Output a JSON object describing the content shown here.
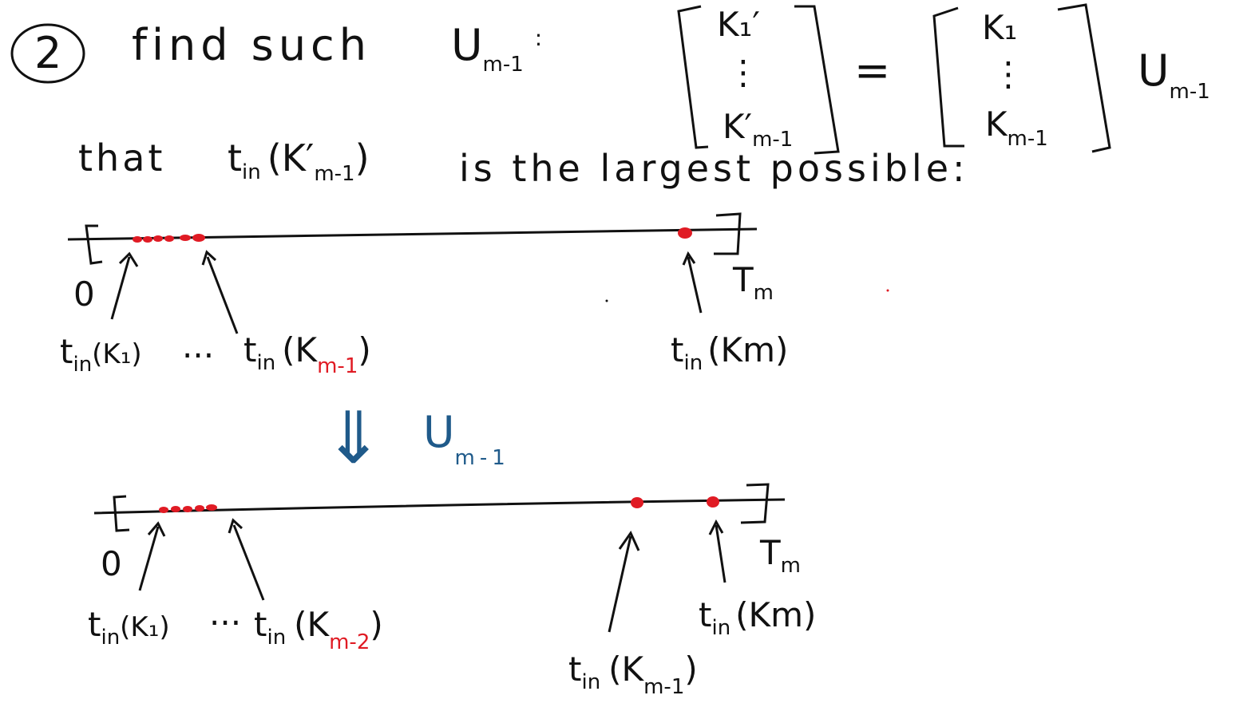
{
  "colors": {
    "ink": "#111111",
    "highlight": "#e01b24",
    "step": "#1f5a8a"
  },
  "header": {
    "step_number": "2",
    "find_text": "find such",
    "u_symbol": "U",
    "u_subscript": "m-1",
    "colon": ":",
    "k1_prime": "K₁′",
    "vdots": "⋮",
    "km1_prime": "K′",
    "km1_prime_sub": "m-1",
    "equals": "=",
    "k1": "K₁",
    "km1": "K",
    "km1_sub": "m-1",
    "u_right": "U",
    "u_right_sub": "m-1"
  },
  "condition": {
    "that": "that",
    "t_in": "t",
    "t_in_sub": "in",
    "arg_open": "(K′",
    "arg_sub": "m-1",
    "arg_close": ")",
    "rest": "is the largest possible:"
  },
  "top_axis": {
    "zero": "0",
    "t_end": "T",
    "t_end_sub": "m",
    "label_k1": "t",
    "label_k1_sub": "in",
    "label_k1_arg": "(K₁)",
    "dots": "···",
    "label_km1": "t",
    "label_km1_sub": "in",
    "label_km1_arg_open": "(K",
    "label_km1_arg_sub": "m-1",
    "label_km1_arg_close": ")",
    "label_km": "t",
    "label_km_sub": "in",
    "label_km_arg": "(Km)"
  },
  "transform": {
    "arrow": "⇓",
    "u": "U",
    "u_sub": "m-1"
  },
  "bottom_axis": {
    "zero": "0",
    "t_end": "T",
    "t_end_sub": "m",
    "label_k1": "t",
    "label_k1_sub": "in",
    "label_k1_arg": "(K₁)",
    "dots": "···",
    "label_km2": "t",
    "label_km2_sub": "in",
    "label_km2_arg_open": "(K",
    "label_km2_arg_sub": "m-2",
    "label_km2_arg_close": ")",
    "label_km1": "t",
    "label_km1_sub": "in",
    "label_km1_arg_open": "(K",
    "label_km1_arg_sub": "m-1",
    "label_km1_arg_close": ")",
    "label_km": "t",
    "label_km_sub": "in",
    "label_km_arg": "(Km)"
  }
}
